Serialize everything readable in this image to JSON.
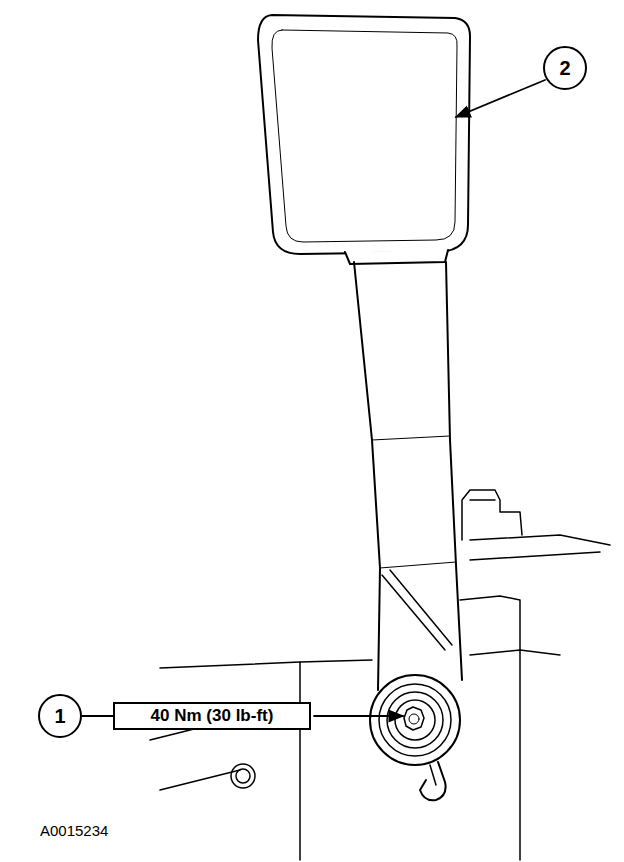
{
  "diagram": {
    "nodes": [
      {
        "text": [
          "2"
        ]
      },
      {
        "text": [
          "1"
        ]
      },
      {
        "text": [
          "40 Nm (30 lb-ft)"
        ]
      }
    ],
    "edges": [
      {
        "from": 1,
        "to": 2,
        "arrow": "none"
      }
    ],
    "labels": [
      "A0015234"
    ]
  }
}
